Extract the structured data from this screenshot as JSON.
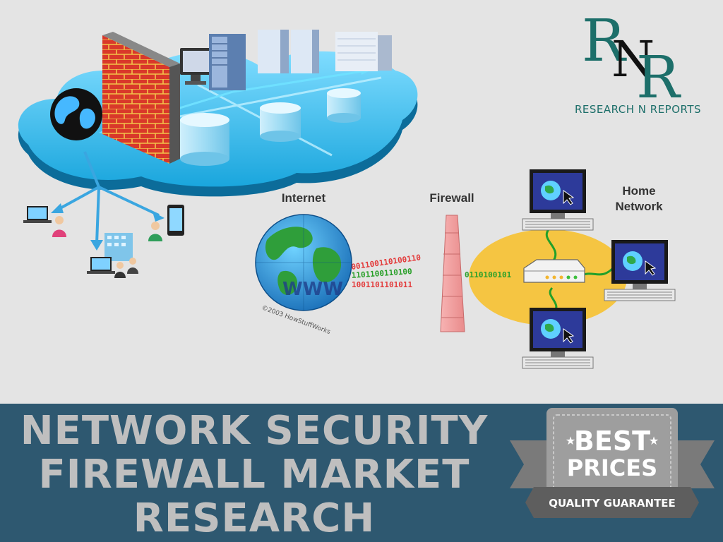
{
  "labels": {
    "internet": "Internet",
    "firewall": "Firewall",
    "home_network_line1": "Home",
    "home_network_line2": "Network",
    "copyright": "©2003 HowStuffWorks",
    "www": "WWW"
  },
  "binary": {
    "top": "001100110100110",
    "middle": "1101100110100",
    "bottom": "1001101101011",
    "right": "0110100101"
  },
  "logo": {
    "letters": "RNR",
    "caption": "RESEARCH N REPORTS"
  },
  "banner": {
    "line1": "NETWORK SECURITY",
    "line2": "FIREWALL MARKET",
    "line3": "RESEARCH"
  },
  "badge": {
    "line1": "BEST",
    "line2": "PRICES",
    "ribbon": "QUALITY GUARANTEE"
  },
  "colors": {
    "background": "#e4e4e4",
    "banner": "#2e5870",
    "headline": "#bfbfbf",
    "cloud": "#29b6e8",
    "brick": "#d9382a",
    "logo_teal": "#1d6f6a",
    "home_zone": "#f5c542"
  }
}
